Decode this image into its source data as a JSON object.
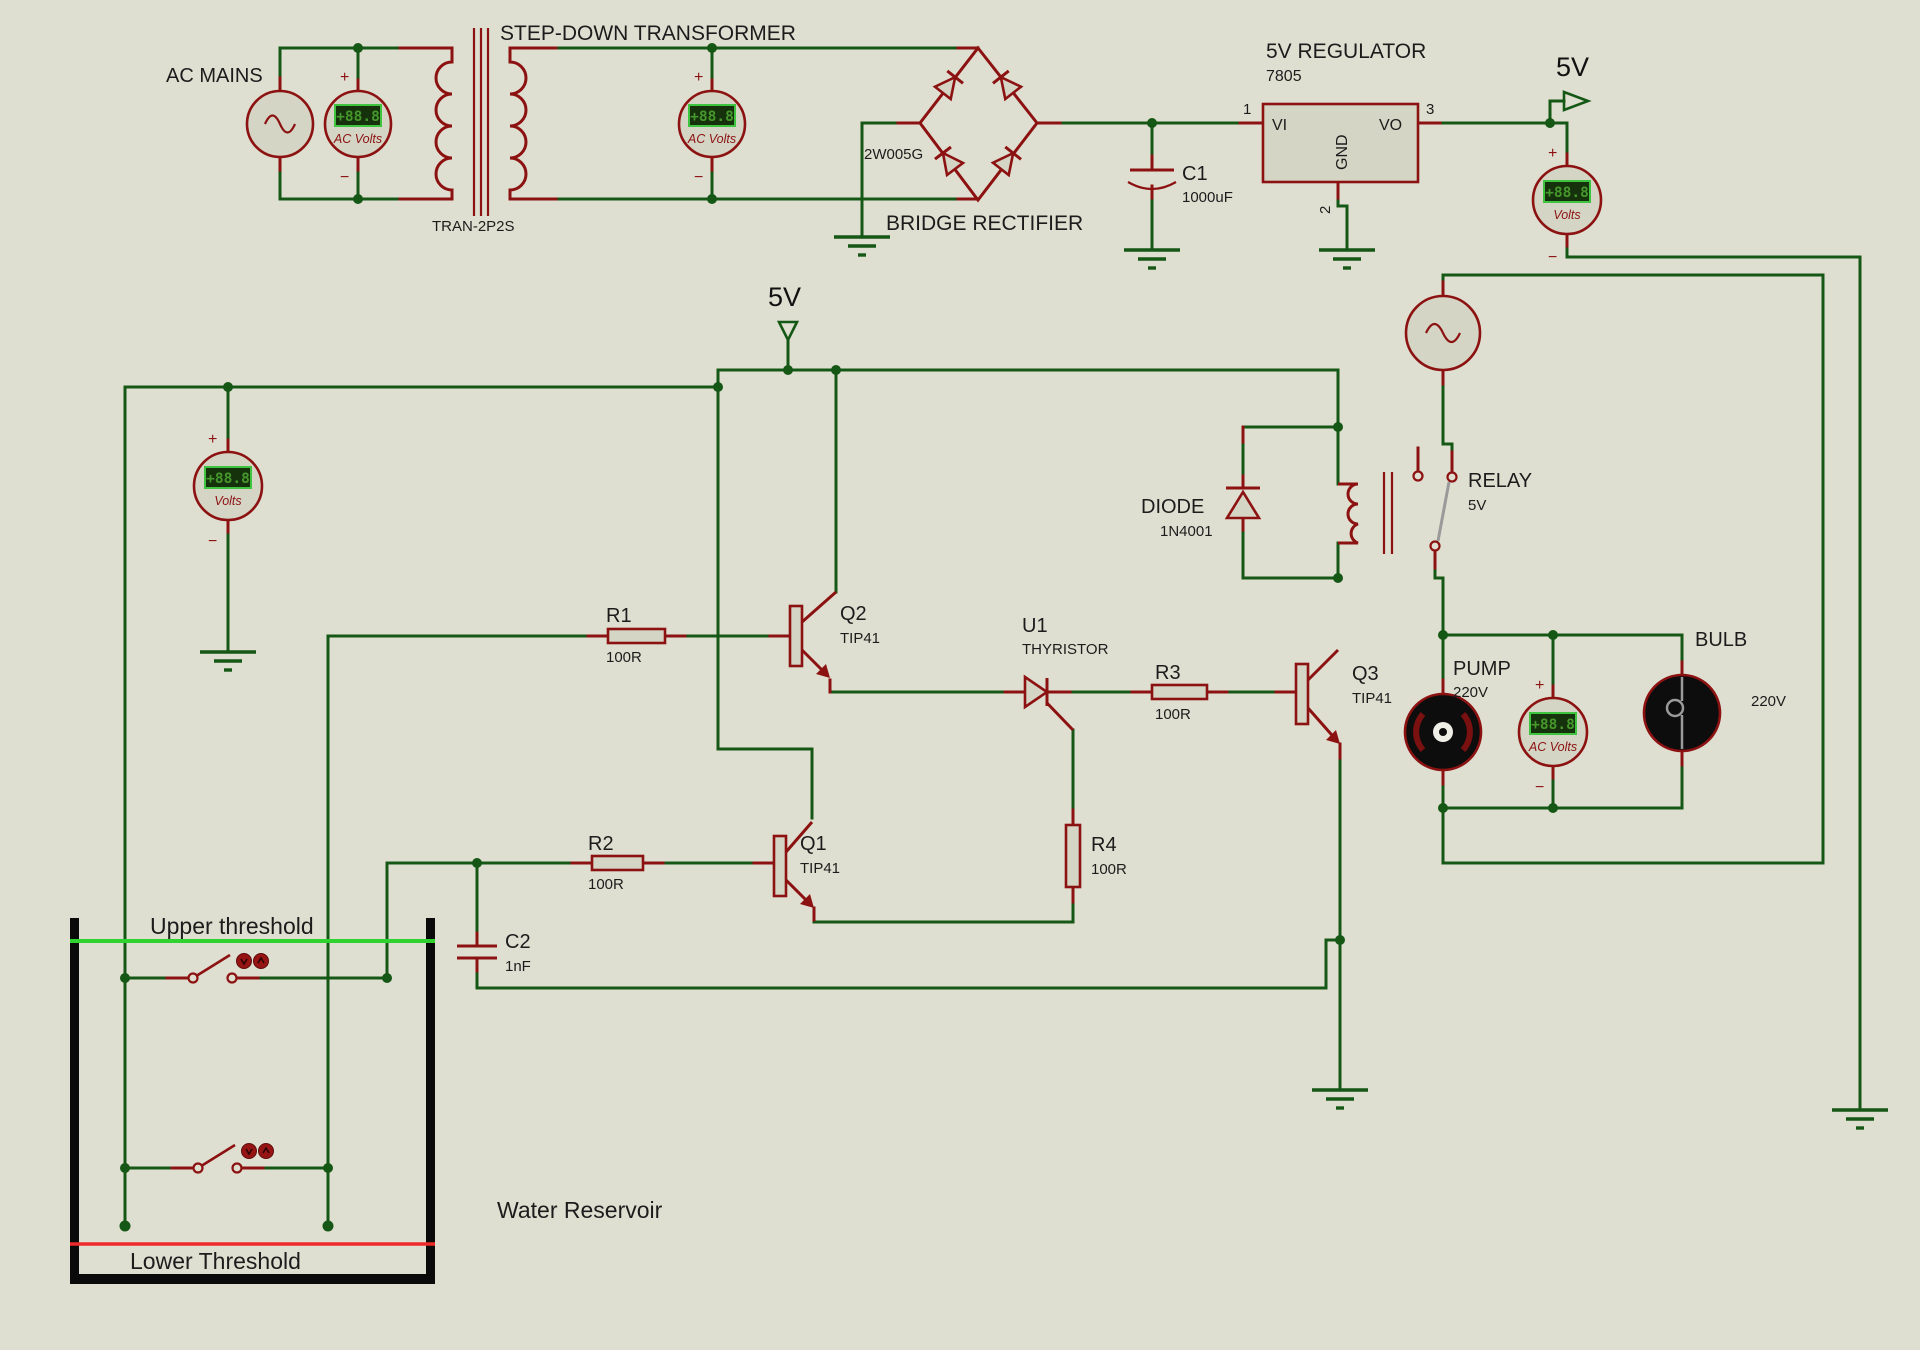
{
  "labels": {
    "ac_mains": "AC MAINS",
    "step_down_transformer": "STEP-DOWN TRANSFORMER",
    "transformer_part": "TRAN-2P2S",
    "bridge_part": "2W005G",
    "bridge_rectifier": "BRIDGE RECTIFIER",
    "regulator_title": "5V REGULATOR",
    "regulator_part": "7805",
    "v5_net_right": "5V",
    "v5_net_center": "5V"
  },
  "regulator": {
    "pin_vi": "VI",
    "pin_vo": "VO",
    "pin_gnd": "GND",
    "pin1": "1",
    "pin2": "2",
    "pin3": "3"
  },
  "meters": {
    "reading": "+88.8",
    "ac": "AC Volts",
    "dc": "Volts",
    "plus": "+",
    "minus": "−"
  },
  "parts": {
    "c1": {
      "ref": "C1",
      "value": "1000uF"
    },
    "c2": {
      "ref": "C2",
      "value": "1nF"
    },
    "r1": {
      "ref": "R1",
      "value": "100R"
    },
    "r2": {
      "ref": "R2",
      "value": "100R"
    },
    "r3": {
      "ref": "R3",
      "value": "100R"
    },
    "r4": {
      "ref": "R4",
      "value": "100R"
    },
    "q1": {
      "ref": "Q1",
      "value": "TIP41"
    },
    "q2": {
      "ref": "Q2",
      "value": "TIP41"
    },
    "q3": {
      "ref": "Q3",
      "value": "TIP41"
    },
    "u1": {
      "ref": "U1",
      "value": "THYRISTOR"
    },
    "diode": {
      "ref": "DIODE",
      "value": "1N4001"
    },
    "relay": {
      "ref": "RELAY",
      "value": "5V"
    },
    "pump": {
      "ref": "PUMP",
      "value": "220V"
    },
    "bulb": {
      "ref": "BULB",
      "value": "220V"
    }
  },
  "reservoir": {
    "upper_threshold": "Upper threshold",
    "lower_threshold": "Lower Threshold",
    "name": "Water Reservoir"
  },
  "colors": {
    "background": "#dfdfd1",
    "wire_green": "#155715",
    "component_red": "#8c1212",
    "component_fill": "#d5d5c5",
    "upper_threshold_line": "#2fd32f",
    "lower_threshold_line": "#ee2a2a",
    "lcd_background": "#15320c",
    "lcd_border": "#3ec43e",
    "lcd_text": "#46982c",
    "relay_lever_gray": "#9a9a9a"
  }
}
